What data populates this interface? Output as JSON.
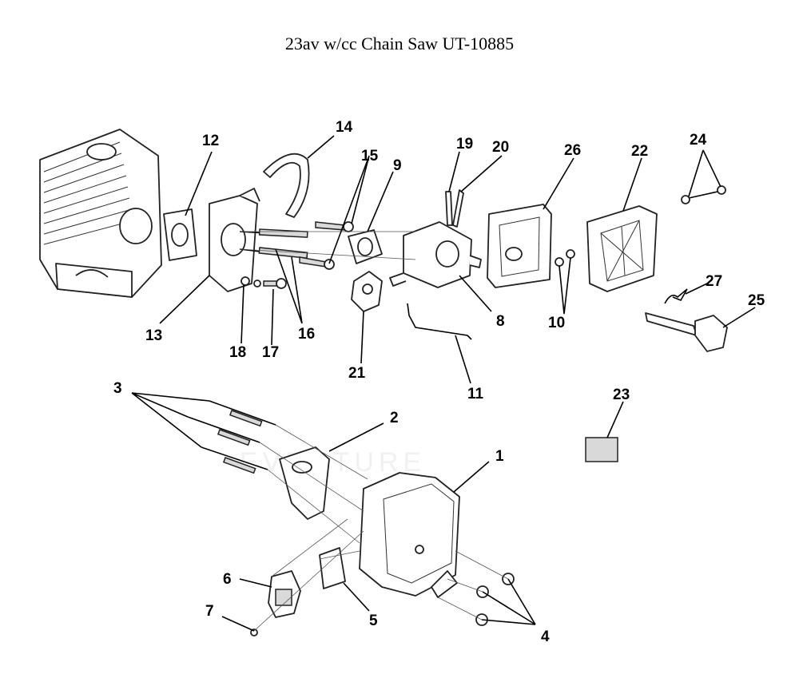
{
  "title": "23av w/cc Chain Saw UT-10885",
  "watermark": "EVENTURE",
  "callouts": [
    "1",
    "2",
    "3",
    "4",
    "5",
    "6",
    "7",
    "8",
    "9",
    "10",
    "11",
    "12",
    "13",
    "14",
    "15",
    "16",
    "17",
    "18",
    "19",
    "20",
    "21",
    "22",
    "23",
    "24",
    "25",
    "26",
    "27"
  ]
}
